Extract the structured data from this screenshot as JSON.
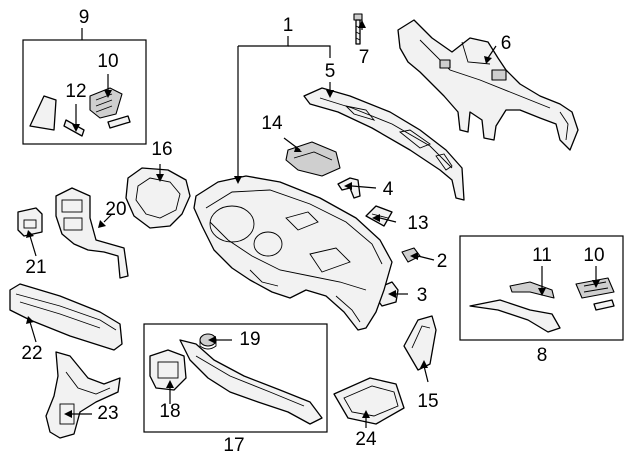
{
  "callouts": [
    {
      "id": "c1",
      "text": "1"
    },
    {
      "id": "c2",
      "text": "2"
    },
    {
      "id": "c3",
      "text": "3"
    },
    {
      "id": "c4",
      "text": "4"
    },
    {
      "id": "c5",
      "text": "5"
    },
    {
      "id": "c6",
      "text": "6"
    },
    {
      "id": "c7",
      "text": "7"
    },
    {
      "id": "c8",
      "text": "8"
    },
    {
      "id": "c9",
      "text": "9"
    },
    {
      "id": "c10a",
      "text": "10"
    },
    {
      "id": "c10b",
      "text": "10"
    },
    {
      "id": "c11",
      "text": "11"
    },
    {
      "id": "c12",
      "text": "12"
    },
    {
      "id": "c13",
      "text": "13"
    },
    {
      "id": "c14",
      "text": "14"
    },
    {
      "id": "c15",
      "text": "15"
    },
    {
      "id": "c16",
      "text": "16"
    },
    {
      "id": "c17",
      "text": "17"
    },
    {
      "id": "c18",
      "text": "18"
    },
    {
      "id": "c19",
      "text": "19"
    },
    {
      "id": "c20",
      "text": "20"
    },
    {
      "id": "c21",
      "text": "21"
    },
    {
      "id": "c22",
      "text": "22"
    },
    {
      "id": "c23",
      "text": "23"
    },
    {
      "id": "c24",
      "text": "24"
    }
  ]
}
